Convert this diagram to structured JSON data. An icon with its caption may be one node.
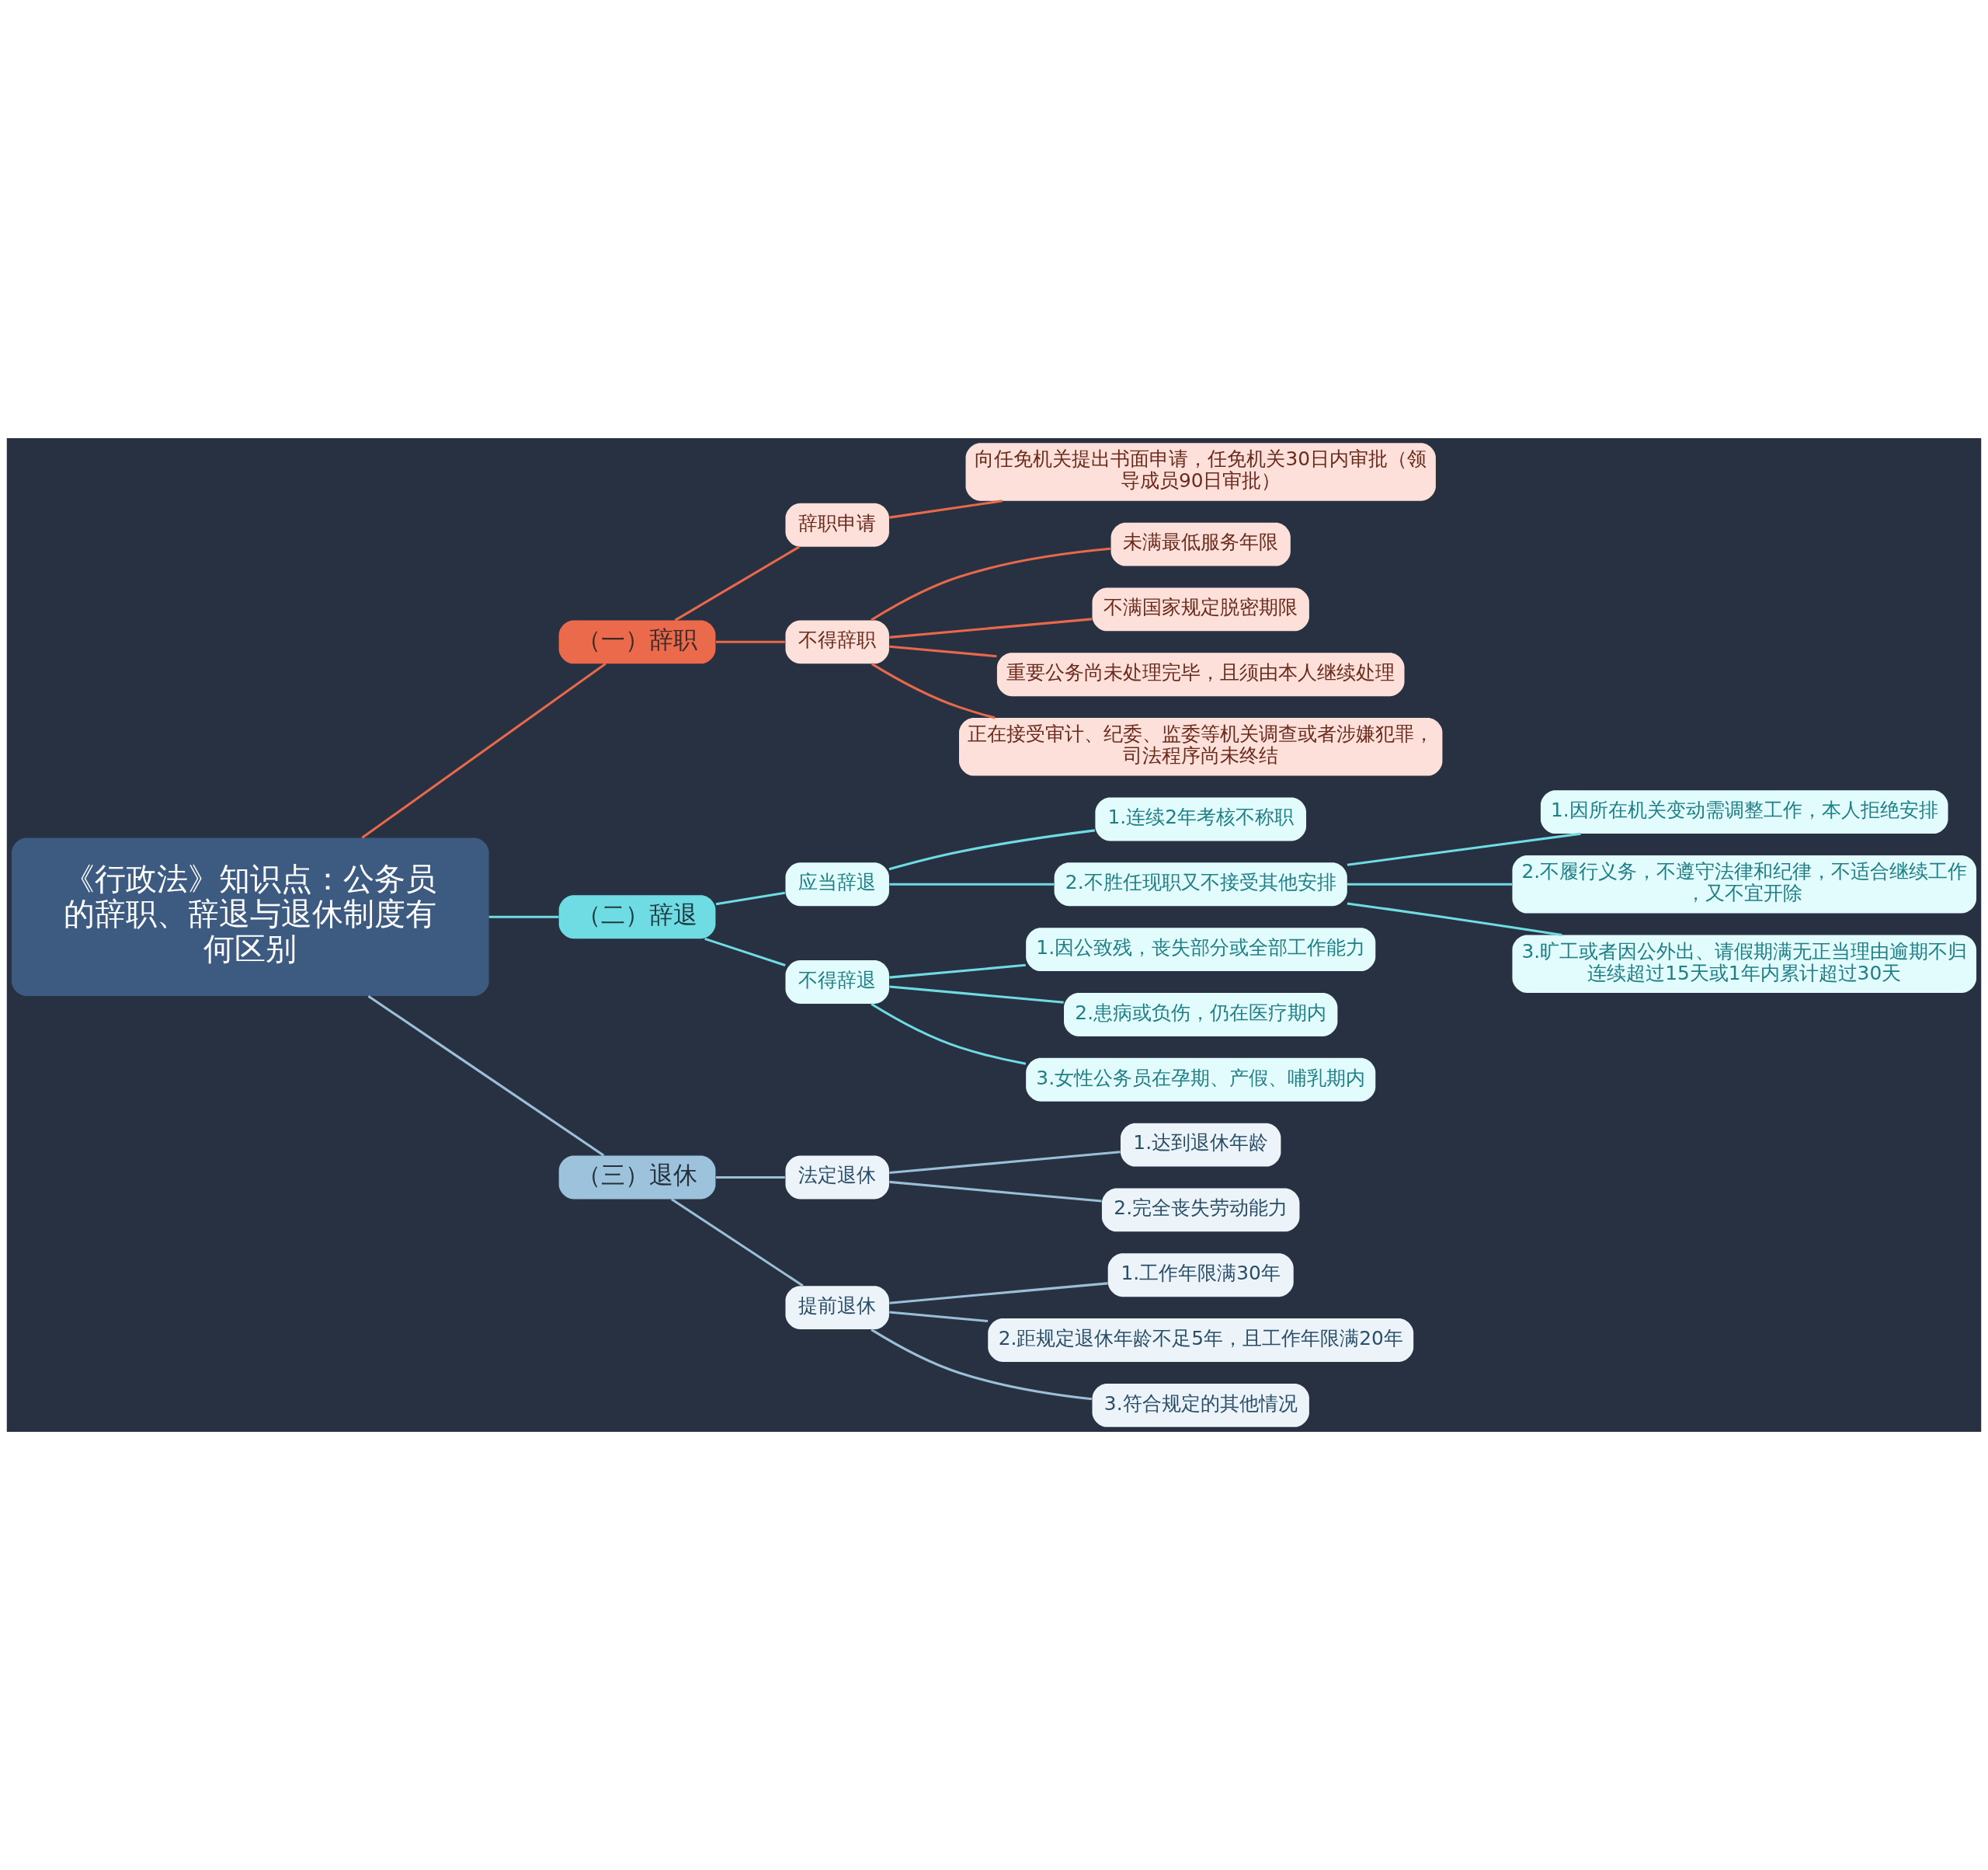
{
  "diagram": {
    "nodes": [
      {
        "text": [
          "《行政法》知识点：公务员的辞职、辞退与退休制度有何区别"
        ]
      },
      {
        "text": [
          "（一）辞职"
        ]
      },
      {
        "text": [
          "辞职申请"
        ]
      },
      {
        "text": [
          "向任免机关提出书面申请，任免机关30日内审批（领导成员90日审批）"
        ]
      },
      {
        "text": [
          "不得辞职"
        ]
      },
      {
        "text": [
          "未满最低服务年限"
        ]
      },
      {
        "text": [
          "不满国家规定脱密期限"
        ]
      },
      {
        "text": [
          "重要公务尚未处理完毕，且须由本人继续处理"
        ]
      },
      {
        "text": [
          "正在接受审计、纪委、监委等机关调查或者涉嫌犯罪，司法程序尚未终结"
        ]
      },
      {
        "text": [
          "（二）辞退"
        ]
      },
      {
        "text": [
          "应当辞退"
        ]
      },
      {
        "text": [
          "1.连续2年考核不称职"
        ]
      },
      {
        "text": [
          "2.不胜任现职又不接受其他安排"
        ]
      },
      {
        "text": [
          "1.因所在机关变动需调整工作，本人拒绝安排"
        ]
      },
      {
        "text": [
          "2.不履行义务，不遵守法律和纪律，不适合继续工作，又不宜开除"
        ]
      },
      {
        "text": [
          "3.旷工或者因公外出、请假期满无正当理由逾期不归连续超过15天或1年内累计超过30天"
        ]
      },
      {
        "text": [
          "不得辞退"
        ]
      },
      {
        "text": [
          "1.因公致残，丧失部分或全部工作能力"
        ]
      },
      {
        "text": [
          "2.患病或负伤，仍在医疗期内"
        ]
      },
      {
        "text": [
          "3.女性公务员在孕期、产假、哺乳期内"
        ]
      },
      {
        "text": [
          "（三）退休"
        ]
      },
      {
        "text": [
          "法定退休"
        ]
      },
      {
        "text": [
          "1.达到退休年龄"
        ]
      },
      {
        "text": [
          "2.完全丧失劳动能力"
        ]
      },
      {
        "text": [
          "提前退休"
        ]
      },
      {
        "text": [
          "1.工作年限满30年"
        ]
      },
      {
        "text": [
          "2.距规定退休年龄不足5年，且工作年限满20年"
        ]
      },
      {
        "text": [
          "3.符合规定的其他情况"
        ]
      }
    ],
    "edges": [
      {
        "from": 0,
        "to": 1,
        "arrow": "none",
        "color": "#e8694a"
      },
      {
        "from": 1,
        "to": 2,
        "arrow": "none",
        "color": "#e8694a"
      },
      {
        "from": 2,
        "to": 3,
        "arrow": "none",
        "color": "#e8694a"
      },
      {
        "from": 1,
        "to": 4,
        "arrow": "none",
        "color": "#e8694a"
      },
      {
        "from": 4,
        "to": 5,
        "arrow": "none",
        "color": "#e8694a"
      },
      {
        "from": 4,
        "to": 6,
        "arrow": "none",
        "color": "#e8694a"
      },
      {
        "from": 4,
        "to": 7,
        "arrow": "none",
        "color": "#e8694a"
      },
      {
        "from": 4,
        "to": 8,
        "arrow": "none",
        "color": "#e8694a"
      },
      {
        "from": 0,
        "to": 9,
        "arrow": "none"
      },
      {
        "from": 9,
        "to": 10,
        "arrow": "none"
      },
      {
        "from": 10,
        "to": 11,
        "arrow": "none"
      },
      {
        "from": 10,
        "to": 12,
        "arrow": "none"
      },
      {
        "from": 12,
        "to": 13,
        "arrow": "none"
      },
      {
        "from": 12,
        "to": 14,
        "arrow": "none"
      },
      {
        "from": 12,
        "to": 15,
        "arrow": "none"
      },
      {
        "from": 9,
        "to": 16,
        "arrow": "none"
      },
      {
        "from": 16,
        "to": 17,
        "arrow": "none"
      },
      {
        "from": 16,
        "to": 18,
        "arrow": "none"
      },
      {
        "from": 16,
        "to": 19,
        "arrow": "none"
      },
      {
        "from": 0,
        "to": 20,
        "arrow": "none",
        "color": "#9ac0d8"
      },
      {
        "from": 20,
        "to": 21,
        "arrow": "none",
        "color": "#9ac0d8"
      },
      {
        "from": 21,
        "to": 22,
        "arrow": "none",
        "color": "#9ac0d8"
      },
      {
        "from": 21,
        "to": 23,
        "arrow": "none",
        "color": "#9ac0d8"
      },
      {
        "from": 20,
        "to": 24,
        "arrow": "none",
        "color": "#9ac0d8"
      },
      {
        "from": 24,
        "to": 25,
        "arrow": "none",
        "color": "#9ac0d8"
      },
      {
        "from": 24,
        "to": 26,
        "arrow": "none",
        "color": "#9ac0d8"
      },
      {
        "from": 24,
        "to": 27,
        "arrow": "none",
        "color": "#9ac0d8"
      }
    ]
  }
}
